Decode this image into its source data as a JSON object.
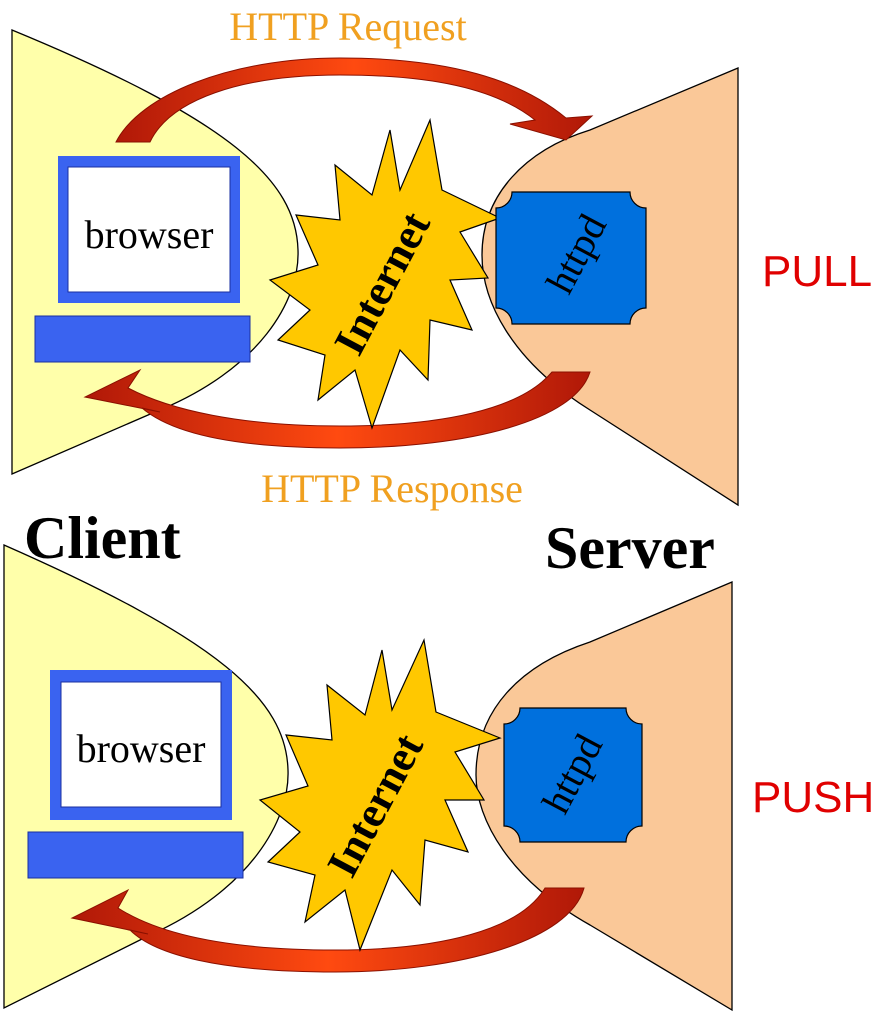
{
  "pull": {
    "request_label": "HTTP Request",
    "response_label": "HTTP Response",
    "browser_label": "browser",
    "internet_label": "Internet",
    "server_label": "httpd",
    "mode_label": "PULL"
  },
  "push": {
    "browser_label": "browser",
    "internet_label": "Internet",
    "server_label": "httpd",
    "mode_label": "PUSH"
  },
  "client_label": "Client",
  "server_label": "Server",
  "colors": {
    "client_fill": "#FFFFAA",
    "server_fill": "#FAC898",
    "monitor_blue": "#3A63F0",
    "httpd_blue": "#0070DD",
    "burst_fill": "#FFC800",
    "arrow_red": "#D42A0A",
    "label_orange": "#F0A020",
    "mode_red": "#E00000"
  }
}
